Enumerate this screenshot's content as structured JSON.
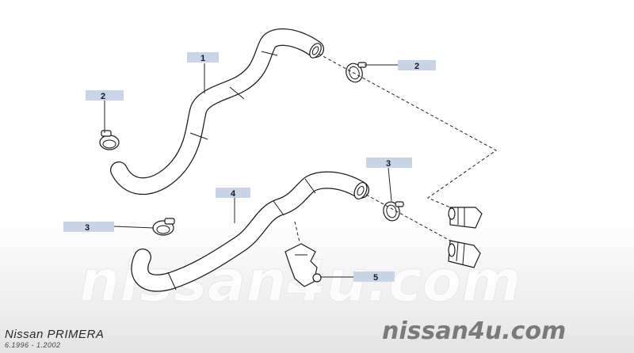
{
  "callouts": [
    {
      "id": "c1",
      "text": "1"
    },
    {
      "id": "c2a",
      "text": "2"
    },
    {
      "id": "c2b",
      "text": "2"
    },
    {
      "id": "c3a",
      "text": "3"
    },
    {
      "id": "c3b",
      "text": "3"
    },
    {
      "id": "c4",
      "text": "4"
    },
    {
      "id": "c5",
      "text": "5"
    }
  ],
  "watermark": "nissan4u.com",
  "footer": {
    "model": "Nissan PRIMERA",
    "years": "6.1996 - 1.2002",
    "brand": "nissan4u.com"
  },
  "colors": {
    "label_box": "#c9d4e6",
    "line": "#1a1a1a"
  }
}
